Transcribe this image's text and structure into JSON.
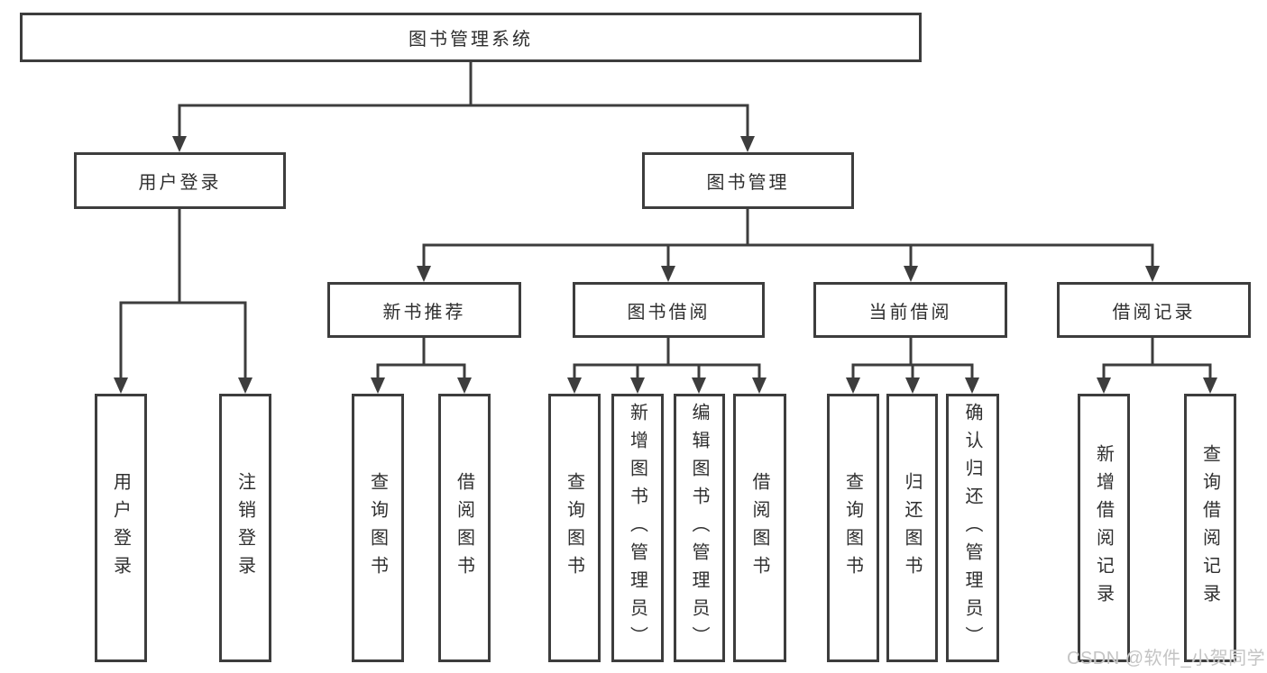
{
  "diagram": {
    "root": {
      "label": "图书管理系统"
    },
    "branches": [
      {
        "label": "用户登录",
        "leaves": [
          "用户登录",
          "注销登录"
        ]
      },
      {
        "label": "图书管理",
        "groups": [
          {
            "label": "新书推荐",
            "leaves": [
              "查询图书",
              "借阅图书"
            ]
          },
          {
            "label": "图书借阅",
            "leaves": [
              "查询图书",
              "新增图书（管理员）",
              "编辑图书（管理员）",
              "借阅图书"
            ]
          },
          {
            "label": "当前借阅",
            "leaves": [
              "查询图书",
              "归还图书",
              "确认归还（管理员）"
            ]
          },
          {
            "label": "借阅记录",
            "leaves": [
              "新增借阅记录",
              "查询借阅记录"
            ]
          }
        ]
      }
    ]
  },
  "watermark": {
    "text": "CSDN @软件_小贺同学"
  },
  "colors": {
    "line": "#3d3d3d",
    "text": "#2f2f2f",
    "background": "#ffffff",
    "watermark": "#c4c4c4"
  }
}
